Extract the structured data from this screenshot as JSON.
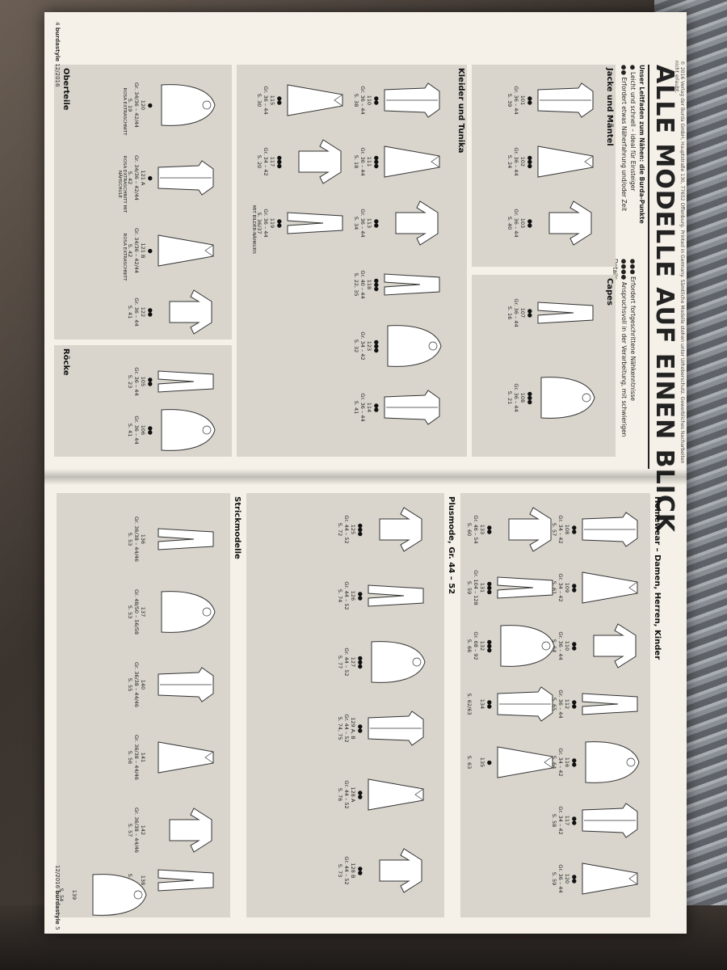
{
  "copyright": "© 2016 Verlag der Burda GmbH, Hauptstraße 130, 77652 Offenburg. Printed in Germany. Sämtliche Modelle stehen unter Urheberschutz. Gewerbliches Nacharbeiten nicht erlaubt.",
  "title": "ALLE MODELLE AUF EINEN BLICK",
  "legend": {
    "heading": "Unser Leitfaden zum Nähen: die Burda-Punkte",
    "l1_dots": "●",
    "l1": "Leicht und schnell – ideal für Einsteiger",
    "l2_dots": "●●",
    "l2": "Erfordert etwas Näherfahrung und/oder Zeit",
    "l3_dots": "●●●",
    "l3": "Erfordert fortgeschrittene Nähkenntnisse",
    "l4_dots": "●●●●",
    "l4": "Anspruchsvoll in der Verarbeitung, mit schwierigen Details"
  },
  "sections": {
    "jacken": "Jacke und Mäntel",
    "capes": "Capes",
    "kleider": "Kleider und Tunika",
    "oberteile": "Oberteile",
    "roecke": "Röcke",
    "homewear": "Homewear – Damen, Herren, Kinder",
    "plus": "Plusmode, Gr. 44 – 52",
    "strick": "Strickmodelle"
  },
  "left_items": [
    {
      "dots": "●●",
      "num": "101",
      "sz": "Gr. 36 – 44",
      "pg": "S. 39"
    },
    {
      "dots": "●●●",
      "num": "102",
      "sz": "Gr. 36 – 44",
      "pg": "S. 24"
    },
    {
      "dots": "●●",
      "num": "103",
      "sz": "Gr. 36 – 44",
      "pg": "S. 40"
    },
    {
      "dots": "●●",
      "num": "107",
      "sz": "Gr. 36 – 44",
      "pg": "S. 16"
    },
    {
      "dots": "●●●",
      "num": "108",
      "sz": "Gr. 36 – 44",
      "pg": "S. 21"
    },
    {
      "dots": "●●",
      "num": "110",
      "sz": "Gr. 36 – 44",
      "pg": "S. 38"
    },
    {
      "dots": "●●●",
      "num": "111",
      "sz": "Gr. 36 – 44",
      "pg": "S. 18"
    },
    {
      "dots": "●●",
      "num": "113",
      "sz": "Gr. 36 – 44",
      "pg": "S. 34"
    },
    {
      "dots": "●●●",
      "num": "118",
      "sz": "Gr. 40 – 44",
      "pg": "S. 22, 35"
    },
    {
      "dots": "●●●",
      "num": "123",
      "sz": "Gr. 34 – 42",
      "pg": "S. 32"
    },
    {
      "dots": "●●",
      "num": "114",
      "sz": "Gr. 36 – 44",
      "pg": "S. 41"
    },
    {
      "dots": "●●",
      "num": "115",
      "sz": "Gr. 36 – 44",
      "pg": "S. 30"
    },
    {
      "dots": "●●●",
      "num": "117",
      "sz": "Gr. 34 – 42",
      "pg": "S. 20"
    },
    {
      "dots": "●●",
      "num": "119",
      "sz": "Gr. 36 – 44",
      "pg": "S. 36/37",
      "note": "MIT BILDER-NÄHKURS"
    },
    {
      "dots": "●",
      "num": "120",
      "sz": "Gr. 34/36 – 42/44",
      "pg": "S. 19",
      "note": "ROSA EXTRASCHNITT"
    },
    {
      "dots": "●",
      "num": "121 A",
      "sz": "Gr. 34/36 – 42/44",
      "pg": "S. 42",
      "note": "ROSA EXTRASCHNITT MIT NÄHSCHULE"
    },
    {
      "dots": "●",
      "num": "121 B",
      "sz": "Gr. 34/36 – 42/44",
      "pg": "S. 42",
      "note": "ROSA EXTRASCHNITT"
    },
    {
      "dots": "●●",
      "num": "122",
      "sz": "Gr. 36 – 44",
      "pg": "S. 41"
    },
    {
      "dots": "●●",
      "num": "105",
      "sz": "Gr. 36 – 44",
      "pg": "S. 23"
    },
    {
      "dots": "●●",
      "num": "106",
      "sz": "Gr. 36 – 44",
      "pg": "S. 41"
    }
  ],
  "right_items": [
    {
      "dots": "●●",
      "num": "108",
      "sz": "Gr. 34 – 42",
      "pg": "S. 57"
    },
    {
      "dots": "●●",
      "num": "109",
      "sz": "Gr. 34 – 42",
      "pg": "S. 61"
    },
    {
      "dots": "●●",
      "num": "110",
      "sz": "Gr. 36 – 44",
      "pg": "S. 64"
    },
    {
      "dots": "●●",
      "num": "112",
      "sz": "Gr. 36 – 44",
      "pg": "S. 65"
    },
    {
      "dots": "●●",
      "num": "116",
      "sz": "Gr. 34 – 42",
      "pg": "S. 64"
    },
    {
      "dots": "●●",
      "num": "117",
      "sz": "Gr. 34 – 42",
      "pg": "S. 58"
    },
    {
      "dots": "●●",
      "num": "120",
      "sz": "Gr. 36 – 44",
      "pg": "S. 59"
    },
    {
      "dots": "●●",
      "num": "133",
      "sz": "Gr. 46 – 54",
      "pg": "S. 60"
    },
    {
      "dots": "●●●",
      "num": "131",
      "sz": "Gr. 104 – 128",
      "pg": "S. 59"
    },
    {
      "dots": "●●●",
      "num": "132",
      "sz": "Gr. 68 – 92",
      "pg": "S. 66"
    },
    {
      "dots": "●●",
      "num": "134",
      "sz": "",
      "pg": "S. 62/63"
    },
    {
      "dots": "●",
      "num": "135",
      "sz": "",
      "pg": "S. 63"
    },
    {
      "dots": "●●●",
      "num": "125",
      "sz": "Gr. 44 – 52",
      "pg": "S. 72"
    },
    {
      "dots": "●●",
      "num": "126",
      "sz": "Gr. 44 – 52",
      "pg": "S. 74"
    },
    {
      "dots": "●●●",
      "num": "127",
      "sz": "Gr. 44 – 52",
      "pg": "S. 77"
    },
    {
      "dots": "●●",
      "num": "129 A, B",
      "sz": "Gr. 44 – 52",
      "pg": "S. 74, 75"
    },
    {
      "dots": "●●",
      "num": "128 A",
      "sz": "Gr. 44 – 52",
      "pg": "S. 76"
    },
    {
      "dots": "●●",
      "num": "128 B",
      "sz": "Gr. 44 – 52",
      "pg": "S. 73"
    },
    {
      "dots": "",
      "num": "136",
      "sz": "Gr. 36/38 – 44/46",
      "pg": "S. 53"
    },
    {
      "dots": "",
      "num": "137",
      "sz": "Gr. 48/50 – 56/58",
      "pg": "S. 53"
    },
    {
      "dots": "",
      "num": "140",
      "sz": "Gr. 36/38 – 44/46",
      "pg": "S. 55"
    },
    {
      "dots": "",
      "num": "141",
      "sz": "Gr. 36/38 – 44/46",
      "pg": "S. 56"
    },
    {
      "dots": "",
      "num": "142",
      "sz": "Gr. 36/38 – 44/46",
      "pg": "S. 57"
    },
    {
      "dots": "",
      "num": "138",
      "sz": "",
      "pg": "S. 54"
    },
    {
      "dots": "",
      "num": "139",
      "sz": "",
      "pg": "S. 54"
    }
  ],
  "footer_left": {
    "page": "4",
    "brand": "burdastyle",
    "issue": "12/2016"
  },
  "footer_right": {
    "issue": "12/2016",
    "brand": "burdastyle",
    "page": "5"
  },
  "variant_labels": {
    "a": "A",
    "b": "B"
  }
}
